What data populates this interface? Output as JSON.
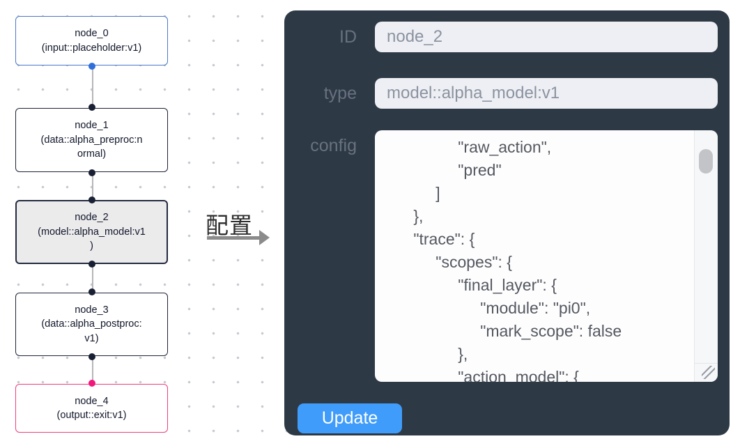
{
  "flow": {
    "nodes": [
      {
        "title": "node_0",
        "subtitle": "(input::placeholder:v1)"
      },
      {
        "title": "node_1",
        "subtitle": "(data::alpha_preproc:n\normal)"
      },
      {
        "title": "node_2",
        "subtitle": "(model::alpha_model:v1\n)"
      },
      {
        "title": "node_3",
        "subtitle": "(data::alpha_postproc:\nv1)"
      },
      {
        "title": "node_4",
        "subtitle": "(output::exit:v1)"
      }
    ]
  },
  "annotation": {
    "label": "配置"
  },
  "panel": {
    "id_label": "ID",
    "id_value": "node_2",
    "type_label": "type",
    "type_value": "model::alpha_model:v1",
    "config_label": "config",
    "config_lines": [
      "                \"raw_action\",",
      "                \"pred\"",
      "           ]",
      "      },",
      "      \"trace\": {",
      "           \"scopes\": {",
      "                \"final_layer\": {",
      "                     \"module\": \"pi0\",",
      "                     \"mark_scope\": false",
      "                },",
      "                \"action_model\": {"
    ],
    "update_label": "Update"
  },
  "colors": {
    "panel_bg": "#2e3946",
    "accent_blue": "#3f9cfa",
    "input_node_border": "#4a77c9",
    "output_node_border": "#ee3c80",
    "selected_node_bg": "#ebebec",
    "default_node_border": "#1d2336",
    "edge": "#b5b5bb",
    "handle_blue": "#2f6fdc",
    "handle_pink": "#f0187c"
  }
}
